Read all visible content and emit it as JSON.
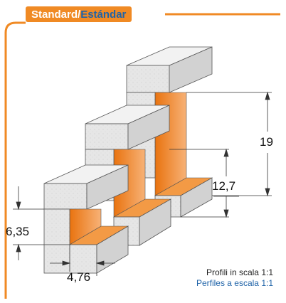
{
  "header": {
    "title_it": "Standard",
    "separator": "/",
    "title_es": "Estándar"
  },
  "dimensions": {
    "height_large": "19",
    "height_medium": "12,7",
    "height_small": "6,35",
    "width": "4,76"
  },
  "scale_note": {
    "italian": "Profili in scala 1:1",
    "spanish": "Perfiles a escala 1:1"
  },
  "colors": {
    "accent": "#f08a24",
    "blue_text": "#1f63a8",
    "block_face": "#e3e3e3",
    "block_top": "#f0f0f0",
    "block_side": "#cfcfcf",
    "orange_slot": "#f28c28"
  }
}
